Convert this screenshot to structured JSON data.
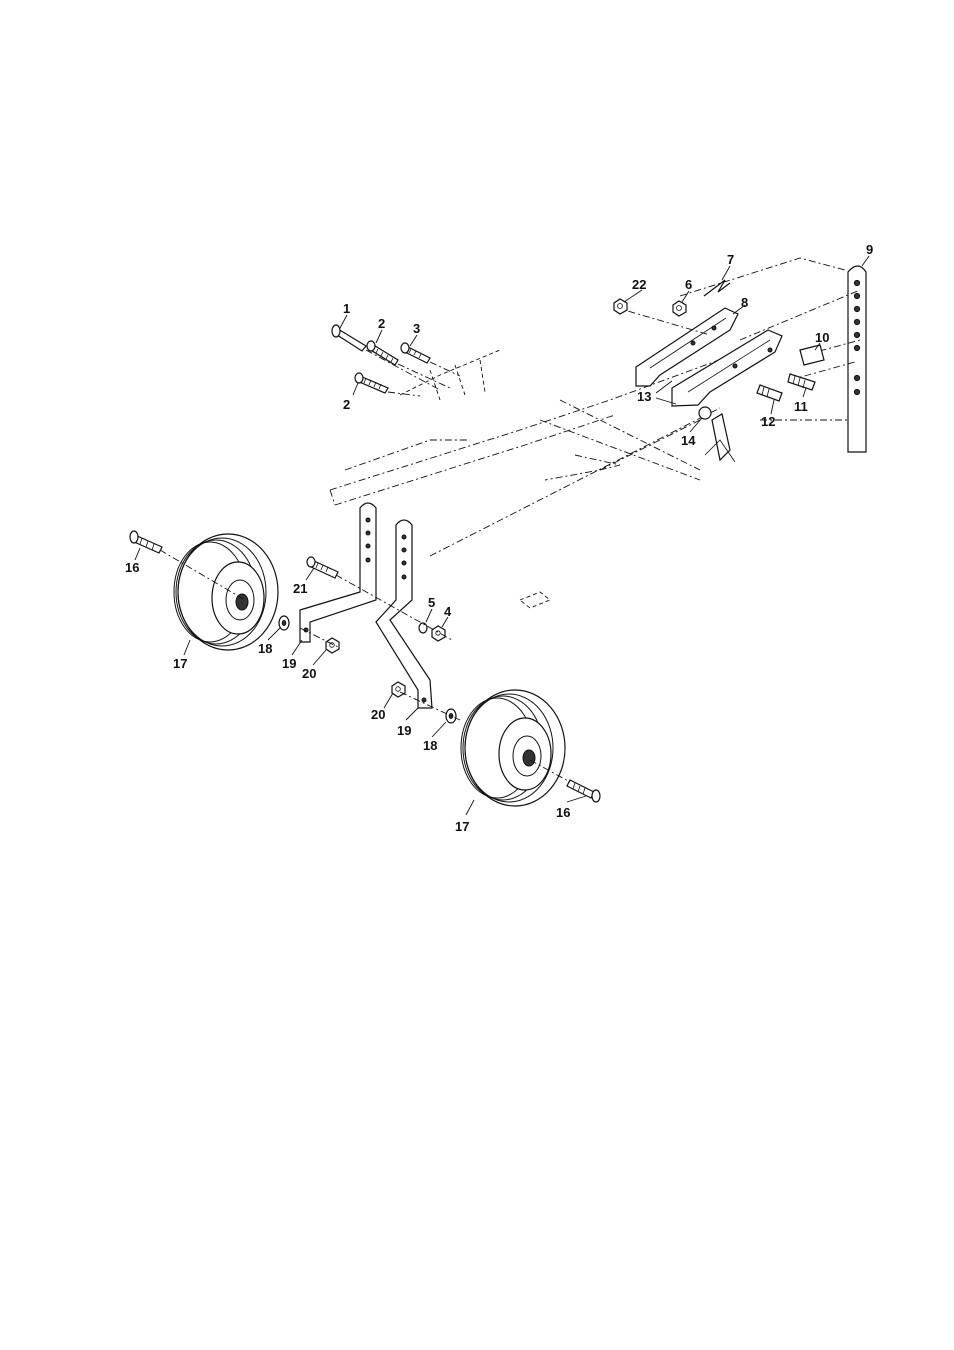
{
  "callouts": [
    {
      "id": "c1",
      "text": "1"
    },
    {
      "id": "c2a",
      "text": "2"
    },
    {
      "id": "c2b",
      "text": "2"
    },
    {
      "id": "c3",
      "text": "3"
    },
    {
      "id": "c4",
      "text": "4"
    },
    {
      "id": "c5",
      "text": "5"
    },
    {
      "id": "c6",
      "text": "6"
    },
    {
      "id": "c7",
      "text": "7"
    },
    {
      "id": "c8",
      "text": "8"
    },
    {
      "id": "c9",
      "text": "9"
    },
    {
      "id": "c10",
      "text": "10"
    },
    {
      "id": "c11",
      "text": "11"
    },
    {
      "id": "c12",
      "text": "12"
    },
    {
      "id": "c13",
      "text": "13"
    },
    {
      "id": "c14",
      "text": "14"
    },
    {
      "id": "c16a",
      "text": "16"
    },
    {
      "id": "c16b",
      "text": "16"
    },
    {
      "id": "c17a",
      "text": "17"
    },
    {
      "id": "c17b",
      "text": "17"
    },
    {
      "id": "c18a",
      "text": "18"
    },
    {
      "id": "c18b",
      "text": "18"
    },
    {
      "id": "c19a",
      "text": "19"
    },
    {
      "id": "c19b",
      "text": "19"
    },
    {
      "id": "c20a",
      "text": "20"
    },
    {
      "id": "c20b",
      "text": "20"
    },
    {
      "id": "c21",
      "text": "21"
    },
    {
      "id": "c22",
      "text": "22"
    }
  ]
}
